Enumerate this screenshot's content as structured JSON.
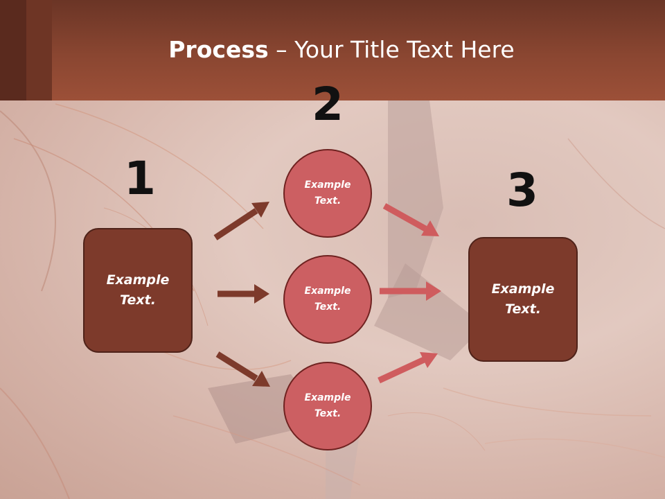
{
  "title": {
    "bold": "Process",
    "rest": " – Your Title Text Here"
  },
  "steps": [
    {
      "number": "1",
      "text": "Example Text."
    },
    {
      "number": "2",
      "items": [
        "Example Text.",
        "Example Text.",
        "Example Text."
      ]
    },
    {
      "number": "3",
      "text": "Example Text."
    }
  ],
  "colors": {
    "header": "#8a4631",
    "box": "#7d3a2b",
    "circle": "#cc5f62",
    "arrow_dark": "#7d3a2b",
    "arrow_light": "#cf5c5e"
  }
}
